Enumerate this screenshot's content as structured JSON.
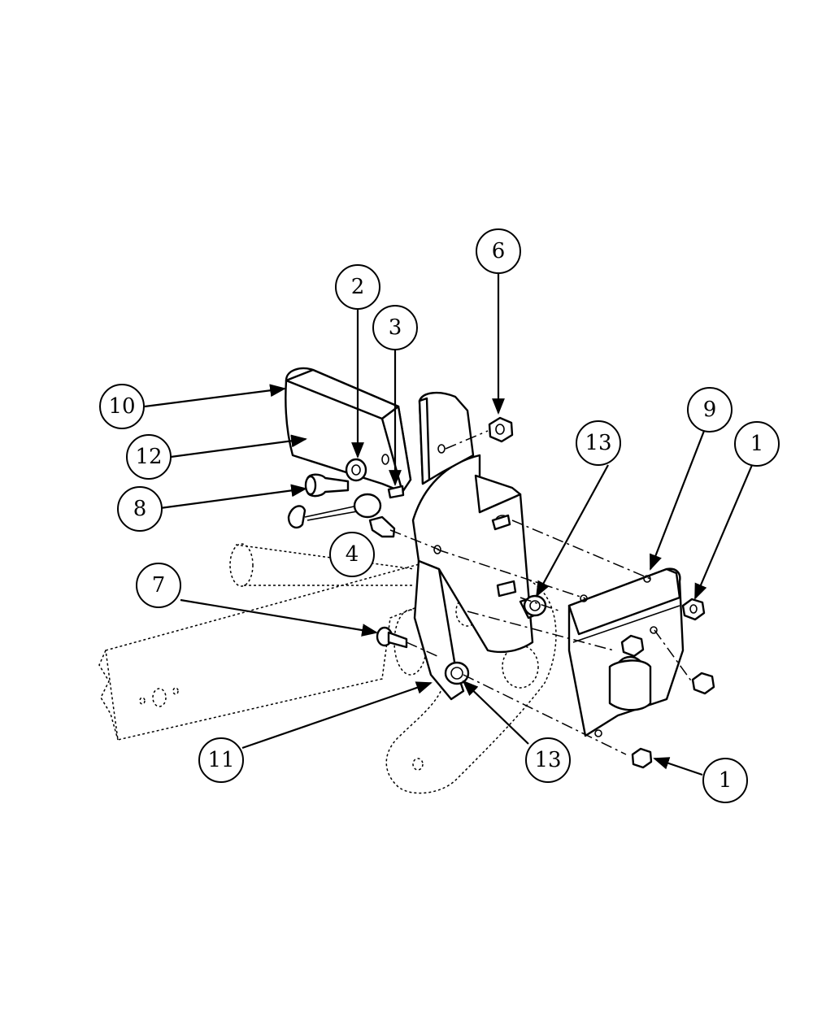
{
  "callouts": [
    {
      "id": "c6",
      "label": "6"
    },
    {
      "id": "c2",
      "label": "2"
    },
    {
      "id": "c3",
      "label": "3"
    },
    {
      "id": "c10",
      "label": "10"
    },
    {
      "id": "c12",
      "label": "12"
    },
    {
      "id": "c8",
      "label": "8"
    },
    {
      "id": "c4",
      "label": "4"
    },
    {
      "id": "c13a",
      "label": "13"
    },
    {
      "id": "c9",
      "label": "9"
    },
    {
      "id": "c1a",
      "label": "1"
    },
    {
      "id": "c7",
      "label": "7"
    },
    {
      "id": "c11",
      "label": "11"
    },
    {
      "id": "c13b",
      "label": "13"
    },
    {
      "id": "c1b",
      "label": "1"
    }
  ]
}
